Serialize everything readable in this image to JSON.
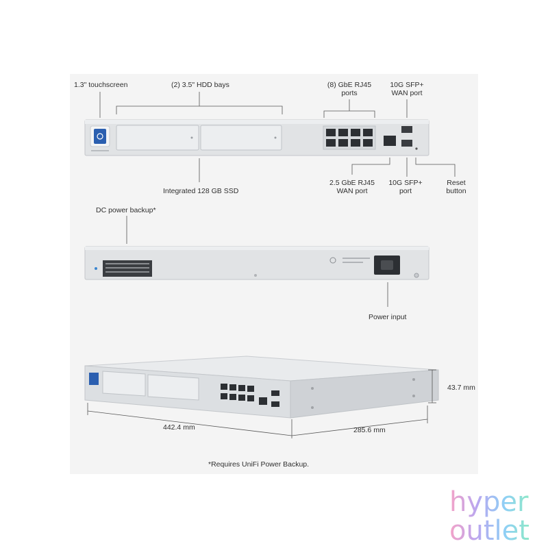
{
  "callouts": {
    "touchscreen": "1.3\" touchscreen",
    "hdd_bays": "(2) 3.5\" HDD bays",
    "gbe_ports_line1": "(8) GbE RJ45",
    "gbe_ports_line2": "ports",
    "sfp_wan_line1": "10G SFP+",
    "sfp_wan_line2": "WAN port",
    "ssd": "Integrated 128 GB SSD",
    "rj45_wan_line1": "2.5 GbE RJ45",
    "rj45_wan_line2": "WAN port",
    "sfp_port_line1": "10G SFP+",
    "sfp_port_line2": "port",
    "reset_line1": "Reset",
    "reset_line2": "button",
    "dc_backup": "DC power backup*",
    "power_input": "Power input"
  },
  "dimensions": {
    "height": "43.7 mm",
    "width": "442.4 mm",
    "depth": "285.6 mm"
  },
  "footnote": "*Requires UniFi Power Backup.",
  "logo": {
    "line1": "hyper",
    "line2": "outlet",
    "colors": [
      "#f4a3c8",
      "#b9a6f0",
      "#8fd0f5",
      "#8ee8c8"
    ]
  },
  "colors": {
    "device_body": "#dfe1e3",
    "device_edge": "#c9ccd0",
    "touchscreen_blue": "#2b5fb0",
    "port_green": "#3aa35c"
  }
}
